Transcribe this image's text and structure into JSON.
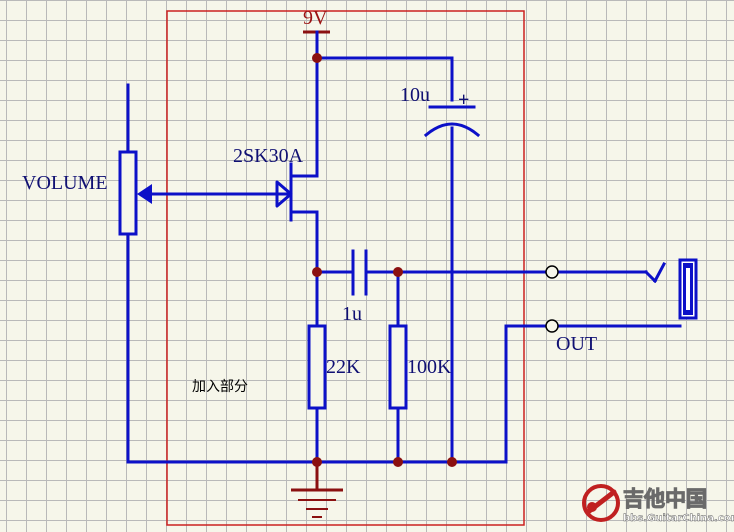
{
  "schematic": {
    "supply_label": "9V",
    "cap_large_label": "10u",
    "cap_polarity": "+",
    "transistor_label": "2SK30A",
    "pot_label": "VOLUME",
    "cap_small_label": "1u",
    "res1_label": "22K",
    "res2_label": "100K",
    "out_label": "OUT",
    "region_label": "加入部分"
  },
  "watermark": {
    "title": "吉他中国",
    "url": "bbs.GuitarChina.com"
  },
  "colors": {
    "wire": "#0c10c8",
    "junction": "#8b1010",
    "frame": "#cc2020",
    "ground": "#8b1010",
    "grid": "#b9b9b9",
    "background": "#f6f6ea"
  }
}
